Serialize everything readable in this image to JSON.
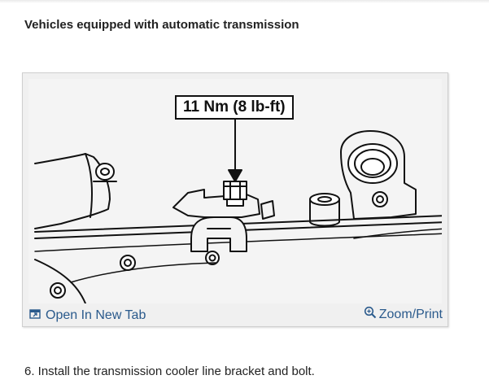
{
  "section": {
    "heading": "Vehicles equipped with automatic transmission"
  },
  "figure": {
    "torque_callout": "11 Nm (8 lb-ft)",
    "open_tab_label": "Open In New Tab",
    "zoom_print_label": "Zoom/Print",
    "open_tab_icon": "open-new-tab-icon",
    "zoom_icon": "magnifier-icon",
    "link_color": "#2a5a8c"
  },
  "instructions": {
    "step_text": "6. Install the transmission cooler line bracket and bolt."
  }
}
